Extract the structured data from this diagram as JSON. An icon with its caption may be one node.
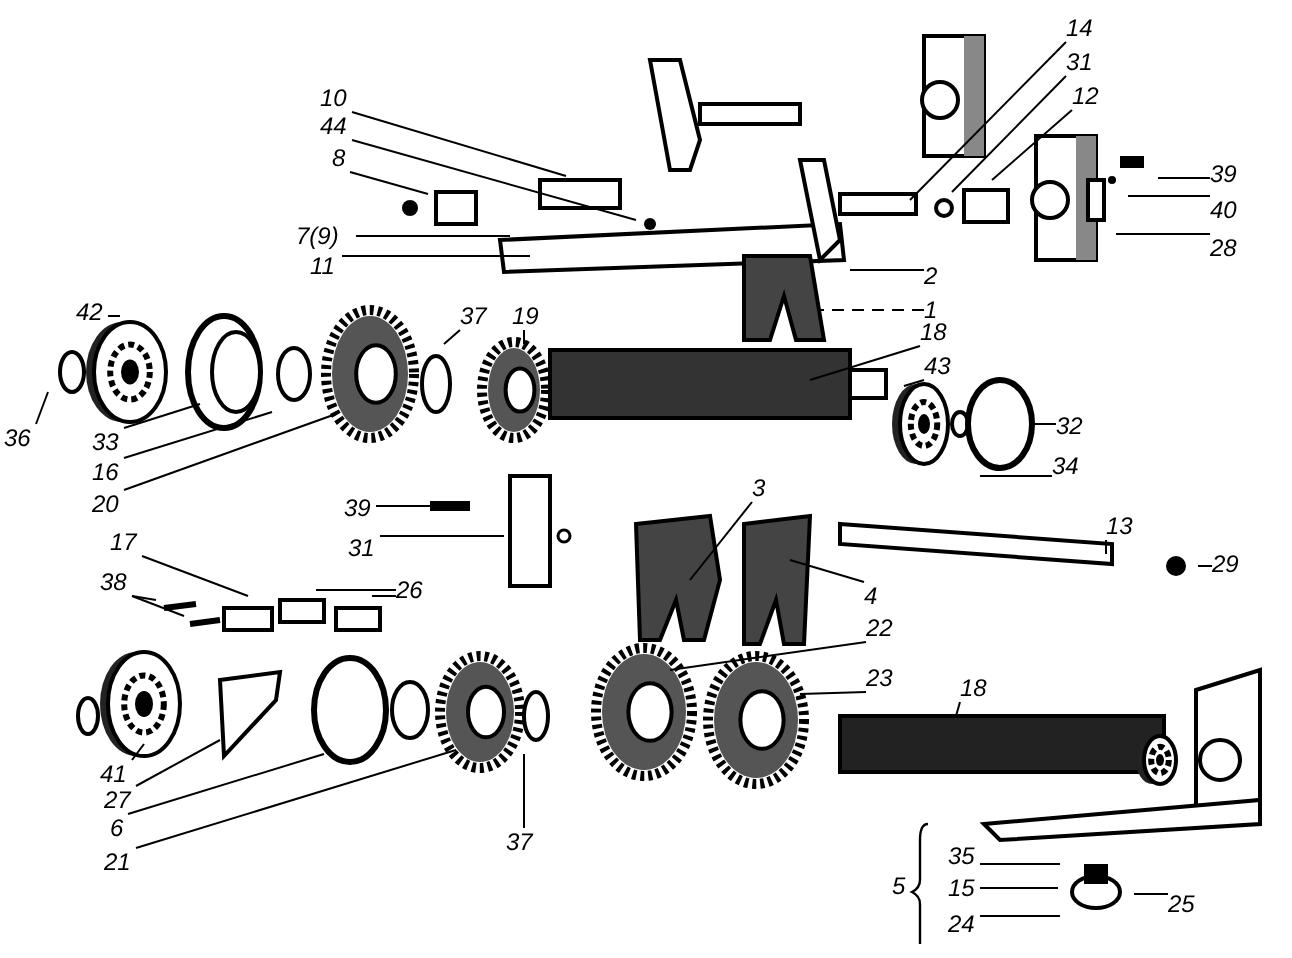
{
  "diagram": {
    "nodes": [
      {
        "text": [
          "10"
        ]
      },
      {
        "text": [
          "44"
        ]
      },
      {
        "text": [
          "8"
        ]
      },
      {
        "text": [
          "7(9)"
        ]
      },
      {
        "text": [
          "11"
        ]
      },
      {
        "text": [
          "14"
        ]
      },
      {
        "text": [
          "31"
        ]
      },
      {
        "text": [
          "12"
        ]
      },
      {
        "text": [
          "39"
        ]
      },
      {
        "text": [
          "40"
        ]
      },
      {
        "text": [
          "28"
        ]
      },
      {
        "text": [
          "2"
        ]
      },
      {
        "text": [
          "1"
        ]
      },
      {
        "text": [
          "42"
        ]
      },
      {
        "text": [
          "37"
        ]
      },
      {
        "text": [
          "19"
        ]
      },
      {
        "text": [
          "36"
        ]
      },
      {
        "text": [
          "33"
        ]
      },
      {
        "text": [
          "16"
        ]
      },
      {
        "text": [
          "20"
        ]
      },
      {
        "text": [
          "18"
        ]
      },
      {
        "text": [
          "43"
        ]
      },
      {
        "text": [
          "32"
        ]
      },
      {
        "text": [
          "34"
        ]
      },
      {
        "text": [
          "39"
        ]
      },
      {
        "text": [
          "31"
        ]
      },
      {
        "text": [
          "3"
        ]
      },
      {
        "text": [
          "17"
        ]
      },
      {
        "text": [
          "4"
        ]
      },
      {
        "text": [
          "13"
        ]
      },
      {
        "text": [
          "29"
        ]
      },
      {
        "text": [
          "38"
        ]
      },
      {
        "text": [
          "26"
        ]
      },
      {
        "text": [
          "22"
        ]
      },
      {
        "text": [
          "23"
        ]
      },
      {
        "text": [
          "18"
        ]
      },
      {
        "text": [
          "41"
        ]
      },
      {
        "text": [
          "27"
        ]
      },
      {
        "text": [
          "6"
        ]
      },
      {
        "text": [
          "21"
        ]
      },
      {
        "text": [
          "37"
        ]
      },
      {
        "text": [
          "35"
        ]
      },
      {
        "text": [
          "15"
        ]
      },
      {
        "text": [
          "24"
        ]
      },
      {
        "text": [
          "25"
        ]
      }
    ],
    "edges": [
      {
        "from": 0,
        "to": null,
        "arrow": "none"
      },
      {
        "from": 1,
        "to": null,
        "arrow": "none"
      },
      {
        "from": 2,
        "to": null,
        "arrow": "none"
      },
      {
        "from": 3,
        "to": null,
        "arrow": "none"
      },
      {
        "from": 4,
        "to": null,
        "arrow": "none"
      },
      {
        "from": 5,
        "to": null,
        "arrow": "none"
      },
      {
        "from": 6,
        "to": null,
        "arrow": "none"
      },
      {
        "from": 7,
        "to": null,
        "arrow": "none"
      },
      {
        "from": 8,
        "to": null,
        "arrow": "none"
      },
      {
        "from": 9,
        "to": null,
        "arrow": "none"
      },
      {
        "from": 10,
        "to": null,
        "arrow": "none"
      },
      {
        "from": 11,
        "to": null,
        "arrow": "none"
      },
      {
        "from": 12,
        "to": null,
        "arrow": "none",
        "style": "dashed"
      },
      {
        "from": 13,
        "to": null,
        "arrow": "none"
      },
      {
        "from": 14,
        "to": null,
        "arrow": "none"
      },
      {
        "from": 15,
        "to": null,
        "arrow": "none"
      },
      {
        "from": 16,
        "to": null,
        "arrow": "none"
      },
      {
        "from": 17,
        "to": null,
        "arrow": "none"
      },
      {
        "from": 18,
        "to": null,
        "arrow": "none"
      },
      {
        "from": 19,
        "to": null,
        "arrow": "none"
      },
      {
        "from": 20,
        "to": null,
        "arrow": "none"
      },
      {
        "from": 21,
        "to": null,
        "arrow": "none"
      },
      {
        "from": 22,
        "to": null,
        "arrow": "none"
      },
      {
        "from": 23,
        "to": null,
        "arrow": "none"
      },
      {
        "from": 24,
        "to": null,
        "arrow": "none"
      },
      {
        "from": 25,
        "to": null,
        "arrow": "none"
      },
      {
        "from": 26,
        "to": null,
        "arrow": "none"
      },
      {
        "from": 27,
        "to": null,
        "arrow": "none"
      },
      {
        "from": 28,
        "to": null,
        "arrow": "none"
      },
      {
        "from": 29,
        "to": null,
        "arrow": "none"
      },
      {
        "from": 30,
        "to": null,
        "arrow": "none"
      },
      {
        "from": 31,
        "to": null,
        "arrow": "none"
      },
      {
        "from": 31,
        "to": null,
        "arrow": "none"
      },
      {
        "from": 32,
        "to": null,
        "arrow": "none"
      },
      {
        "from": 32,
        "to": null,
        "arrow": "none"
      },
      {
        "from": 33,
        "to": null,
        "arrow": "none"
      },
      {
        "from": 34,
        "to": null,
        "arrow": "none"
      },
      {
        "from": 35,
        "to": null,
        "arrow": "none"
      },
      {
        "from": 36,
        "to": null,
        "arrow": "none"
      },
      {
        "from": 37,
        "to": null,
        "arrow": "none"
      },
      {
        "from": 38,
        "to": null,
        "arrow": "none"
      },
      {
        "from": 39,
        "to": null,
        "arrow": "none"
      },
      {
        "from": 40,
        "to": null,
        "arrow": "none"
      },
      {
        "from": 41,
        "to": null,
        "arrow": "none"
      },
      {
        "from": 42,
        "to": null,
        "arrow": "none"
      },
      {
        "from": 43,
        "to": null,
        "arrow": "none"
      },
      {
        "from": 44,
        "to": null,
        "arrow": "none"
      }
    ],
    "labels": [
      "5"
    ]
  }
}
